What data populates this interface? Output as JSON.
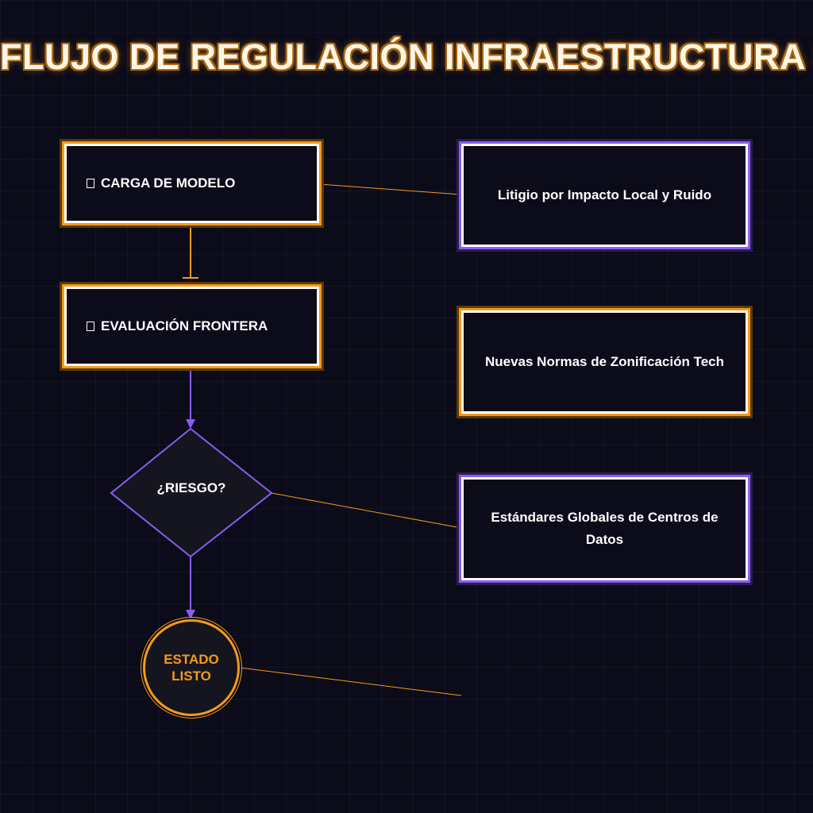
{
  "diagram": {
    "title": "FLUJO DE REGULACIÓN INFRAESTRUCTURA IA",
    "nodes": {
      "load": {
        "label": "CARGA DE MODELO",
        "icon": "frame-glyph-icon"
      },
      "eval": {
        "label": "EVALUACIÓN FRONTERA",
        "icon": "frame-glyph-icon"
      },
      "risk": {
        "label": "¿RIESGO?"
      },
      "ready": {
        "label": "ESTADO LISTO"
      }
    },
    "notes": [
      {
        "text": "Litigio por Impacto Local y Ruido"
      },
      {
        "text": "Nuevas Normas de Zonificación Tech"
      },
      {
        "text": "Estándares Globales de Centros de Datos"
      }
    ],
    "colors": {
      "background": "#0b0b19",
      "gold": "#f59a1a",
      "violet": "#8a5cf0",
      "text": "#ffffff"
    }
  }
}
